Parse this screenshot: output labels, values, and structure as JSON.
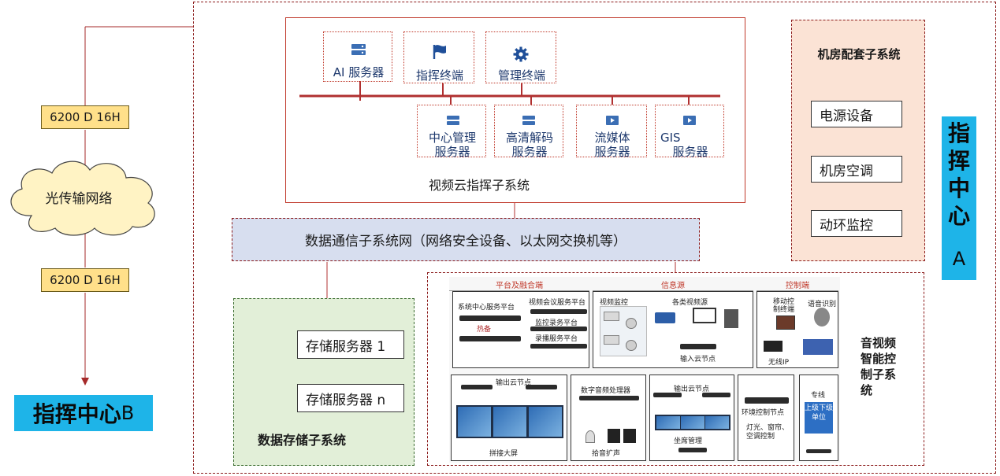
{
  "left": {
    "tag_top": "6200 D 16H",
    "cloud": "光传输网络",
    "tag_bottom": "6200 D 16H",
    "center_b_main": "指挥中心",
    "center_b_letter": "B"
  },
  "center_a": {
    "chars": [
      "指",
      "挥",
      "中",
      "心"
    ],
    "letter": "A"
  },
  "video_cloud": {
    "title": "视频云指挥子系统",
    "top_nodes": [
      {
        "label": "AI 服务器",
        "icon": "server-icon"
      },
      {
        "label": "指挥终端",
        "icon": "flag-icon"
      },
      {
        "label": "管理终端",
        "icon": "gear-icon"
      }
    ],
    "bottom_nodes": [
      {
        "line1": "中心管理",
        "line2": "服务器",
        "icon": "server-icon"
      },
      {
        "line1": "高清解码",
        "line2": "服务器",
        "icon": "server-icon"
      },
      {
        "line1": "流媒体",
        "line2": "服务器",
        "icon": "media-server-icon"
      },
      {
        "line1": "GIS",
        "line2": "服务器",
        "icon": "media-server-icon"
      }
    ]
  },
  "data_comm": {
    "label": "数据通信子系统网（网络安全设备、以太网交换机等）"
  },
  "storage": {
    "title": "数据存储子系统",
    "servers": [
      "存储服务器 1",
      "存储服务器 n"
    ]
  },
  "room": {
    "title": "机房配套子系统",
    "items": [
      "电源设备",
      "机房空调",
      "动环监控"
    ]
  },
  "av": {
    "title_lines": [
      "音视频",
      "智能控",
      "制子系",
      "统"
    ],
    "sections": [
      "平台及融合端",
      "信息源",
      "控制端"
    ],
    "platform": {
      "col1_title": "系统中心服务平台",
      "col2_title": "视频会议服务平台",
      "hot_backup": "热备",
      "monitor_platform": "监控录务平台",
      "record_platform": "录播服务平台"
    },
    "source": {
      "camera_label": "视频监控",
      "other_label": "各类视频源",
      "input_node": "输入云节点"
    },
    "control": {
      "mobile": "移动控制终端",
      "voice": "语音识别",
      "wifi": "无线IP"
    },
    "bottom": {
      "output_node": "输出云节点",
      "big_screen": "拼接大屏",
      "audio_proc": "数字音频处理器",
      "pickup": "拾音扩声",
      "output_node2": "输出云节点",
      "seat_mgmt": "坐席管理",
      "env_node": "环境控制节点",
      "env_desc": "灯光、窗帘、空调控制",
      "special": "专线",
      "special_screen": "上级下级单位"
    }
  }
}
